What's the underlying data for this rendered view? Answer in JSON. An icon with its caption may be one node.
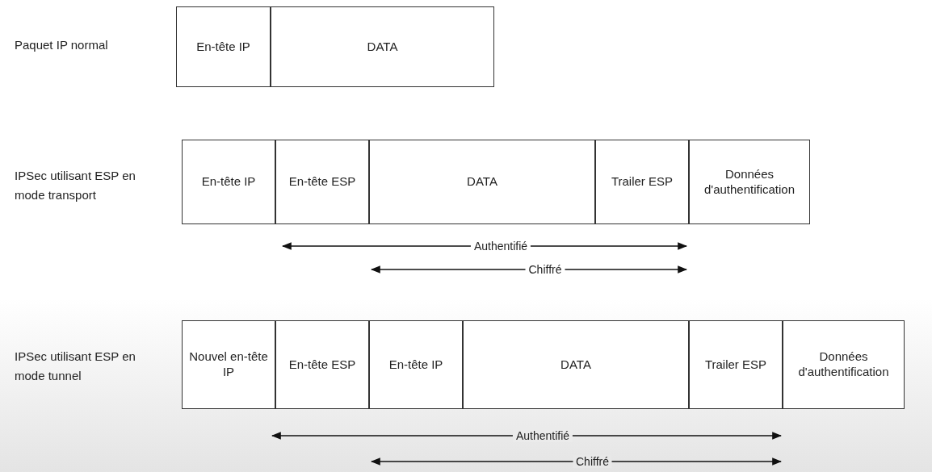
{
  "diagram": {
    "nodes": [
      {
        "text": [
          "En-tête IP"
        ]
      },
      {
        "text": [
          "DATA"
        ]
      },
      {
        "text": [
          "En-tête IP"
        ]
      },
      {
        "text": [
          "En-tête ESP"
        ]
      },
      {
        "text": [
          "DATA"
        ]
      },
      {
        "text": [
          "Trailer ESP"
        ]
      },
      {
        "text": [
          "Données d'authentification"
        ]
      },
      {
        "text": [
          "Nouvel en-tête IP"
        ]
      },
      {
        "text": [
          "En-tête ESP"
        ]
      },
      {
        "text": [
          "En-tête IP"
        ]
      },
      {
        "text": [
          "DATA"
        ]
      },
      {
        "text": [
          "Trailer ESP"
        ]
      },
      {
        "text": [
          "Données d'authentification"
        ]
      }
    ],
    "edges": [],
    "labels": [
      "Paquet IP normal",
      "IPSec utilisant ESP en mode transport",
      "Authentifié",
      "Chiffré",
      "IPSec utilisant ESP en mode tunnel",
      "Authentifié",
      "Chiffré"
    ]
  }
}
